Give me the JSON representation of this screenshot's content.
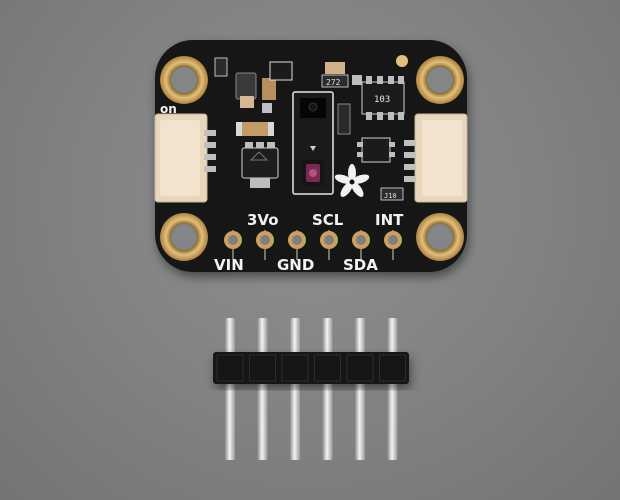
{
  "board": {
    "pin_labels_top": [
      "3Vo",
      "SCL",
      "INT"
    ],
    "pin_labels_bottom": [
      "VIN",
      "GND",
      "SDA"
    ],
    "switch_label": "on",
    "ic_label": "103",
    "small_label": "J10",
    "resistor_label": "272",
    "colors": {
      "board": "#121314",
      "gold": "#c9a35c",
      "connector": "#e8d6bd",
      "silkscreen": "#f2f2f2",
      "sensor_window": "#7a2a52"
    }
  },
  "header_pins": {
    "count": 6
  }
}
